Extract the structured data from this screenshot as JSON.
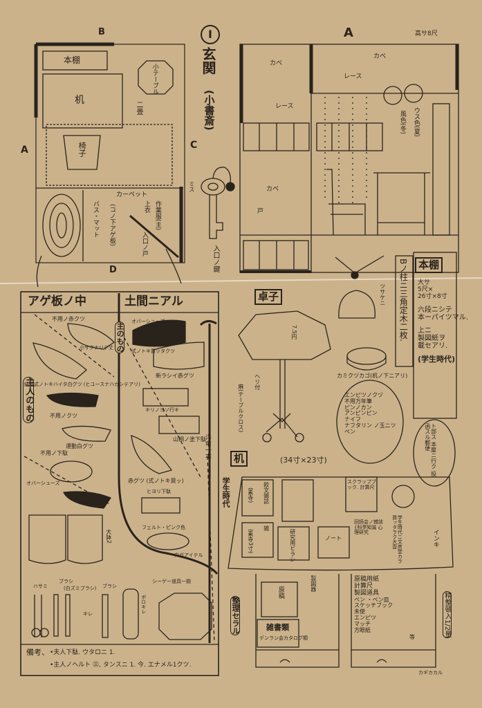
{
  "title": {
    "numeral": "I",
    "main": "玄関",
    "sub": "(小書斎)"
  },
  "plan": {
    "labels": {
      "B": "B",
      "A": "A",
      "C": "C",
      "D": "D"
    },
    "bookshelf": "本棚",
    "desk": "机",
    "small_table": "小テーブル",
    "two_mats": "二畳",
    "chair": "椅子",
    "carpet": "カーペット",
    "jacket": "上衣",
    "work_clothes": "作業服(主)",
    "bath_mat": "バス・マット",
    "floorboard": "(コノ下アゲ板)",
    "entrance_door": "入口ノ戸",
    "screen": "ミス",
    "key": "入口ノ鍵"
  },
  "elevation": {
    "label": "A",
    "height": "高サ8尺",
    "wall": "カベ",
    "lace": "レース",
    "door": "戸",
    "hat_winter": "風色(冬)",
    "hat_summer": "ウス色(夏)"
  },
  "shoes": {
    "header_left": "アゲ板ノ中",
    "header_right": "土間ニアル",
    "master_items": "主人のもの",
    "wife_items": "主のもの",
    "items": [
      "不用ノ赤クツ",
      "結婚式ノトキハイタ白グツ (ヒユースナハガシテアリ)",
      "小サクナリテ丈",
      "不用ノクツ",
      "運動白グツ",
      "不用ノ下駄",
      "オバーシューズ",
      "大鉢2",
      "オバーシューズ",
      "式ノトキ買ッタクツ",
      "新ラシイ赤グツ",
      "キリノヨソ行キ",
      "山桐ノ塗下駄",
      "赤グツ (式ノトキ買ッ)",
      "ヒヨリ下駄",
      "フェルト・ピンク色",
      "穴ガアイテル",
      "洋傘一本",
      "ハサミ",
      "ブラシ",
      "(白ズミブラシ)",
      "キレ",
      "ブラシ",
      "ボロキレ",
      "シーゲー道具一揃"
    ],
    "note_label": "備考、",
    "note_lines": [
      "•夫人下駄. ウタロニ 1.",
      "•主人ノヘルト ㊂, タンスニ 1. 今. エナメル1クツ."
    ]
  },
  "right": {
    "table_title": "卓子",
    "table_size": "7.5円",
    "cloth": "麻(テーブルクロス)",
    "hem": "ヘリ付",
    "kettle": "ツサケニ",
    "basket": "カミクヅカゴ(机ノ下ニアリ)",
    "pillar_note": "Bノ柱ニ三角定木二枚.",
    "shelf_title": "本棚",
    "shelf_lines": [
      "大サ",
      "5尺×",
      "26寸×8寸",
      "六段ニシテ",
      "本ーパイツマル.",
      "上ニ",
      "製図紙ヲ",
      "載セアリ.",
      "(学生時代)"
    ],
    "pen_list": [
      "エンピツノクヅ",
      "不用万年筆",
      "ピンノカン",
      "アンピンピン",
      "ナイフ",
      "ナフタリン ノ玉ニツ",
      "ペン"
    ],
    "postal_note": "ト部ス 本屋ニ行ク 投函スル郵便"
  },
  "desk": {
    "title": "机",
    "size": "(34寸×23寸)",
    "era": "学生時代",
    "items": [
      "欧文雑誌",
      "(素寺)",
      "雑",
      "(素寺3寸)",
      "研究用ビラシ",
      "ノート",
      "スクラップブック. 計算尺",
      "回読会ノ雑誌 {科学知識 心理研究",
      "学生時代ニ文房堂カラ買ッタラク大壺",
      "インキ"
    ],
    "left_drawer": [
      "原稿",
      "製図器",
      "雑書類",
      "デンラン会カタログ類"
    ],
    "right_drawer": [
      "原稿用紙",
      "計算尺",
      "製図道具",
      "ペン ・ペン皿",
      "スケッチブック",
      "未使",
      "エンピツ",
      "マッチ",
      "方眼紙",
      "等"
    ],
    "tidy": "整理セラル",
    "half": "精整頓入1/2量",
    "lock": "カギカカル"
  }
}
